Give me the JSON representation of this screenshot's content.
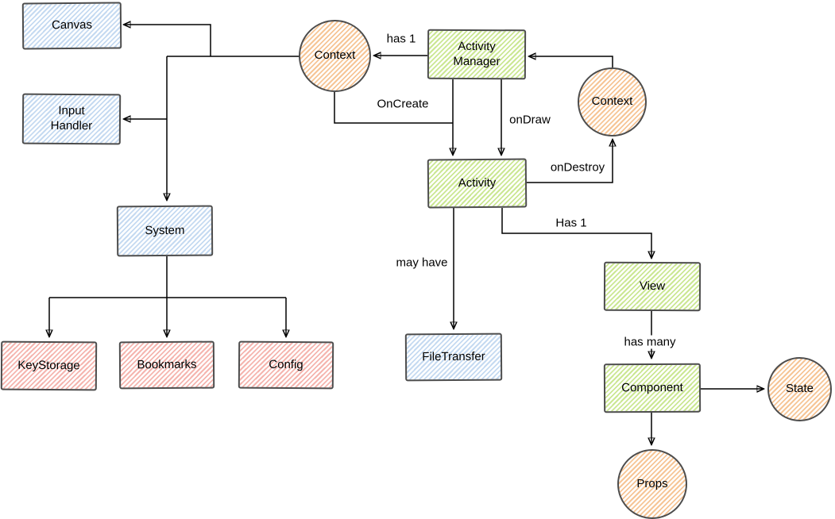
{
  "diagram": {
    "background": "#ffffff",
    "colors": {
      "blue_fill": "#c5daf1",
      "green_fill": "#cbe793",
      "orange_fill": "#f6c596",
      "pink_fill": "#f5b5af",
      "shape_border": "#4d4d4d",
      "edge_line": "#000000"
    },
    "nodes": {
      "canvas": {
        "label": "Canvas",
        "shape": "rectangle",
        "color": "blue"
      },
      "input_handler": {
        "label": "Input Handler",
        "shape": "rectangle",
        "color": "blue"
      },
      "system": {
        "label": "System",
        "shape": "rectangle",
        "color": "blue"
      },
      "key_storage": {
        "label": "KeyStorage",
        "shape": "rectangle",
        "color": "pink"
      },
      "bookmarks": {
        "label": "Bookmarks",
        "shape": "rectangle",
        "color": "pink"
      },
      "config": {
        "label": "Config",
        "shape": "rectangle",
        "color": "pink"
      },
      "file_transfer": {
        "label": "FileTransfer",
        "shape": "rectangle",
        "color": "blue"
      },
      "activity_manager": {
        "label": "Activity Manager",
        "shape": "rectangle",
        "color": "green"
      },
      "activity": {
        "label": "Activity",
        "shape": "rectangle",
        "color": "green"
      },
      "view": {
        "label": "View",
        "shape": "rectangle",
        "color": "green"
      },
      "component": {
        "label": "Component",
        "shape": "rectangle",
        "color": "green"
      },
      "context_left": {
        "label": "Context",
        "shape": "circle",
        "color": "orange"
      },
      "context_right": {
        "label": "Context",
        "shape": "circle",
        "color": "orange"
      },
      "state": {
        "label": "State",
        "shape": "circle",
        "color": "orange"
      },
      "props": {
        "label": "Props",
        "shape": "circle",
        "color": "orange"
      }
    },
    "edge_labels": {
      "has_1_left": "has 1",
      "on_create": "OnCreate",
      "on_draw": "onDraw",
      "on_destroy": "onDestroy",
      "has_1_right": "Has 1",
      "may_have": "may have",
      "has_many": "has many"
    }
  }
}
